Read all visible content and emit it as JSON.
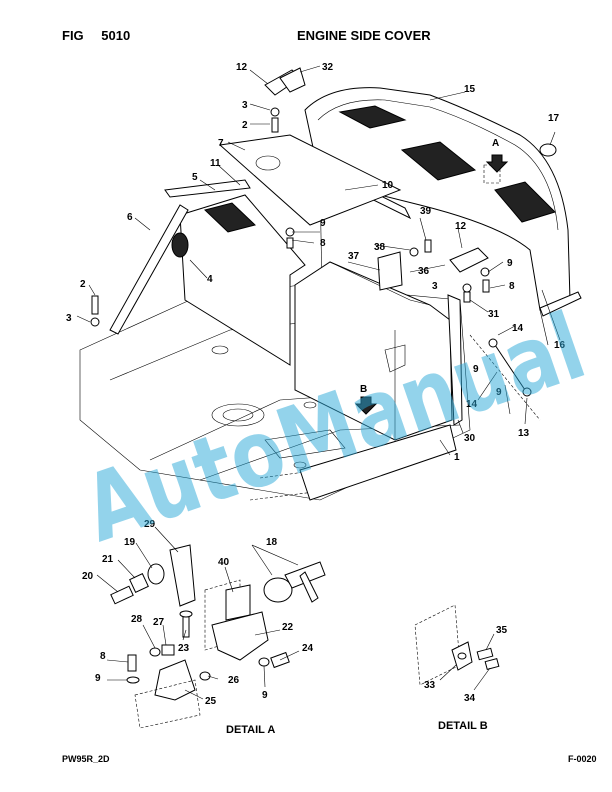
{
  "header": {
    "fig_label": "FIG",
    "fig_number": "5010",
    "title": "ENGINE SIDE COVER"
  },
  "footer": {
    "left_code": "PW95R_2D",
    "right_code": "F-0020"
  },
  "watermark": {
    "text": "AutoManual",
    "color": "#2aa8d8"
  },
  "details": {
    "a_title": "DETAIL A",
    "b_title": "DETAIL B",
    "a_marker": "A",
    "b_marker": "B"
  },
  "callouts": {
    "c1": "1",
    "c2a": "2",
    "c2b": "2",
    "c3a": "3",
    "c3b": "3",
    "c3c": "3",
    "c4": "4",
    "c5": "5",
    "c6": "6",
    "c7": "7",
    "c8a": "8",
    "c8b": "8",
    "c8c": "8",
    "c9a": "9",
    "c9b": "9",
    "c9c": "9",
    "c9d": "9",
    "c9e": "9",
    "c9f": "9",
    "c10": "10",
    "c11": "11",
    "c12a": "12",
    "c12b": "12",
    "c13": "13",
    "c14a": "14",
    "c14b": "14",
    "c15": "15",
    "c16": "16",
    "c17": "17",
    "c18": "18",
    "c19": "19",
    "c20": "20",
    "c21": "21",
    "c22": "22",
    "c23": "23",
    "c24": "24",
    "c25": "25",
    "c26": "26",
    "c27": "27",
    "c28": "28",
    "c29": "29",
    "c30": "30",
    "c31": "31",
    "c32": "32",
    "c33": "33",
    "c34": "34",
    "c35": "35",
    "c36": "36",
    "c37": "37",
    "c38": "38",
    "c39": "39",
    "c40": "40"
  }
}
